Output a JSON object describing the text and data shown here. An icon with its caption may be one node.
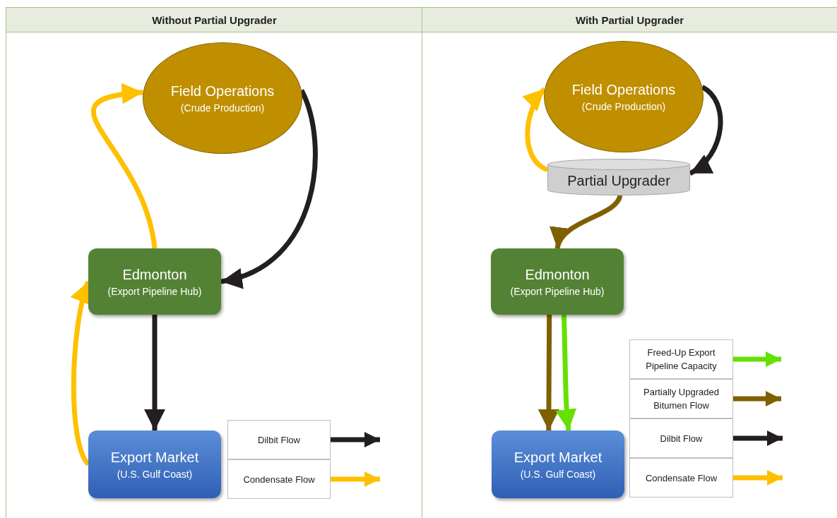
{
  "diagram": {
    "nodes": [
      {
        "text": [
          "Without Partial Upgrader"
        ]
      },
      {
        "text": [
          "Field Operations",
          "(Crude Production)"
        ],
        "in": 0
      },
      {
        "text": [
          "Edmonton",
          "(Export Pipeline Hub)"
        ],
        "in": 0
      },
      {
        "text": [
          "Export Market",
          "(U.S. Gulf Coast)"
        ],
        "in": 0
      },
      {
        "text": [
          "Dilbit Flow"
        ],
        "in": 0
      },
      {
        "text": [
          "Condensate Flow"
        ],
        "in": 0
      },
      {
        "text": [
          "With Partial Upgrader"
        ]
      },
      {
        "text": [
          "Field Operations",
          "(Crude Production)"
        ],
        "in": 6
      },
      {
        "text": [
          "Partial Upgrader"
        ],
        "in": 6
      },
      {
        "text": [
          "Edmonton",
          "(Export Pipeline Hub)"
        ],
        "in": 6
      },
      {
        "text": [
          "Export Market",
          "(U.S. Gulf Coast)"
        ],
        "in": 6
      },
      {
        "text": [
          "Freed-Up Export Pipeline Capacity"
        ],
        "in": 6
      },
      {
        "text": [
          "Partially Upgraded Bitumen Flow"
        ],
        "in": 6
      },
      {
        "text": [
          "Dilbit Flow"
        ],
        "in": 6
      },
      {
        "text": [
          "Condensate Flow"
        ],
        "in": 6
      }
    ],
    "edges": [
      {
        "from": 1,
        "to": 2,
        "arrow": "to",
        "color": "#231f20"
      },
      {
        "from": 2,
        "to": 3,
        "arrow": "to",
        "color": "#231f20"
      },
      {
        "from": 2,
        "to": 1,
        "arrow": "to",
        "color": "#ffc000"
      },
      {
        "from": 3,
        "to": 2,
        "arrow": "to",
        "color": "#ffc000"
      },
      {
        "from": 4,
        "to": null,
        "arrow": "to",
        "color": "#231f20"
      },
      {
        "from": 5,
        "to": null,
        "arrow": "to",
        "color": "#ffc000"
      },
      {
        "from": 7,
        "to": 8,
        "arrow": "to",
        "color": "#231f20"
      },
      {
        "from": 8,
        "to": 7,
        "arrow": "to",
        "color": "#ffc000"
      },
      {
        "from": 8,
        "to": 9,
        "arrow": "to",
        "color": "#7f6000"
      },
      {
        "from": 9,
        "to": 10,
        "arrow": "to",
        "color": "#7f6000"
      },
      {
        "from": 9,
        "to": 10,
        "arrow": "to",
        "color": "#66e000"
      },
      {
        "from": 11,
        "to": null,
        "arrow": "to",
        "color": "#66e000"
      },
      {
        "from": 12,
        "to": null,
        "arrow": "to",
        "color": "#7f6000"
      },
      {
        "from": 13,
        "to": null,
        "arrow": "to",
        "color": "#231f20"
      },
      {
        "from": 14,
        "to": null,
        "arrow": "to",
        "color": "#ffc000"
      }
    ]
  }
}
